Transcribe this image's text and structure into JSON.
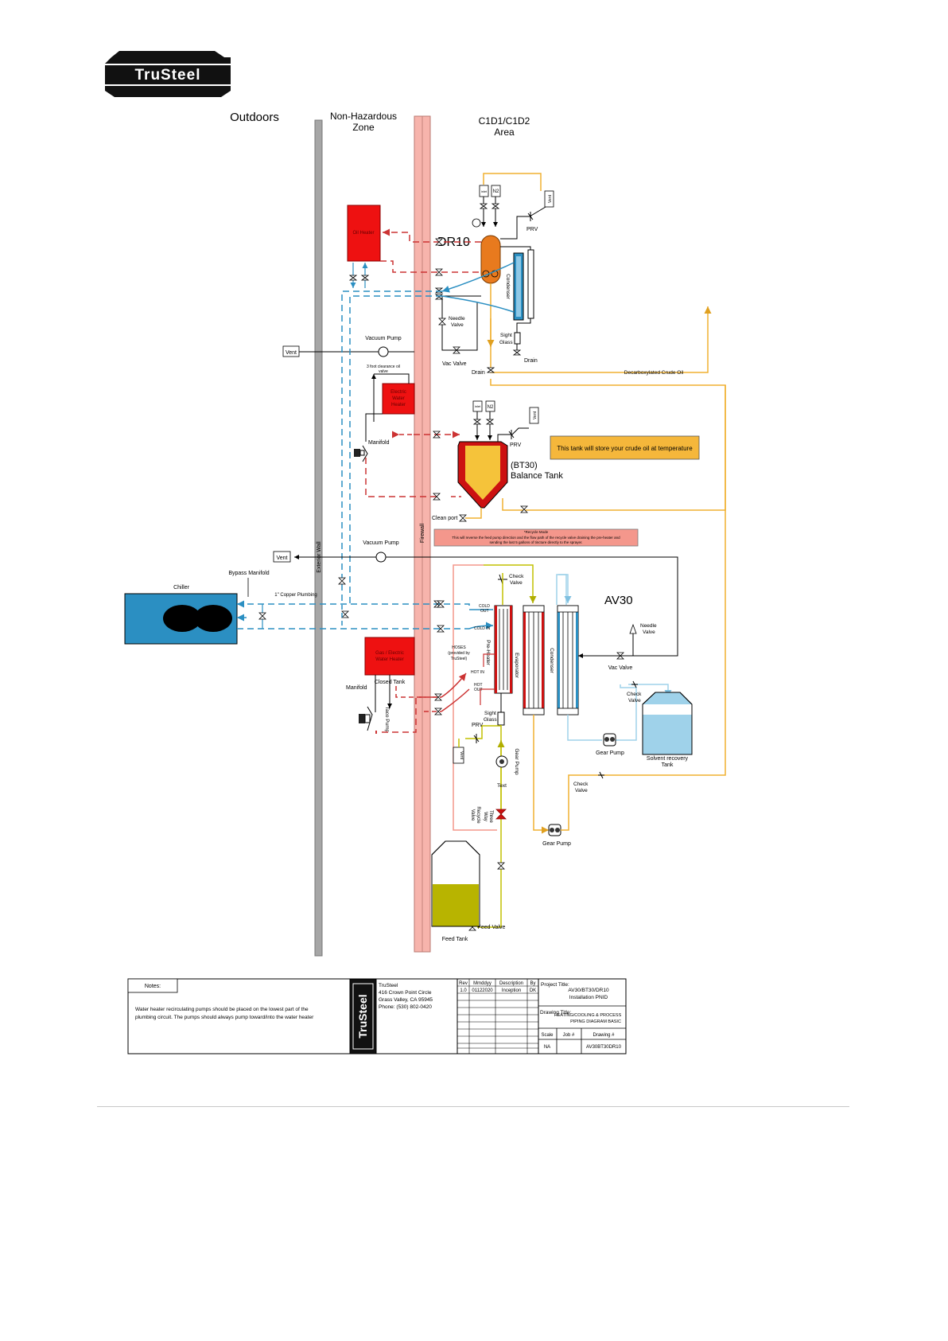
{
  "logo": {
    "text": "TruSteel"
  },
  "zones": {
    "outdoors": "Outdoors",
    "non_hazardous": [
      "Non-Hazardous",
      "Zone"
    ],
    "c1d1": [
      "C1D1/C1D2",
      "Area"
    ]
  },
  "walls": {
    "exterior": "Exterior Wall",
    "firewall": "Firewall"
  },
  "dr10": {
    "title": "DR10",
    "oil_heater": "Oil Heater",
    "inlet_left": "inlet",
    "inlet_right": "N2",
    "vent": "Vent",
    "prv": "PRV",
    "condenser": "Condenser",
    "needle_valve": [
      "Needle",
      "Valve"
    ],
    "sight_glass": [
      "Sight",
      "Glass"
    ],
    "drain1": "Drain",
    "drain2": "Drain",
    "vac_valve": "Vac Valve",
    "vacuum_pump": "Vacuum Pump",
    "vent_box": "Vent",
    "crude_oil": "Decarboxylated Crude Oil"
  },
  "bt30": {
    "clearance": [
      "3 foot clearance oil",
      "valve"
    ],
    "electric_heater": [
      "Electric",
      "Water",
      "Heater"
    ],
    "manifold": "Manifold",
    "inlet_left": "inlet",
    "inlet_right": "N2",
    "vent": "Vent",
    "prv": "PRV",
    "tank_label": [
      "(BT30)",
      "Balance Tank"
    ],
    "note": "This tank will store your crude oil at temperature",
    "clean_port": "Clean port"
  },
  "recycle_note": {
    "title": "*Recycle Mode",
    "line1": "This will reverse the feed pump direction and the flow path of the recycle valve draining the pre-heater and",
    "line2": "sending the last 5 gallons of tincture directly to the sprayer."
  },
  "av30": {
    "title": "AV30",
    "vacuum_pump": "Vacuum Pump",
    "vent_box": "Vent",
    "bypass": "Bypass Manifold",
    "chiller": "Chiller",
    "copper": "1\" Copper Plumbing",
    "check_valve_top": [
      "Check",
      "Valve"
    ],
    "cold_out": [
      "COLD",
      "OUT"
    ],
    "cold_in": "COLD IN",
    "hoses": [
      "HOSES",
      "(provided by",
      "TruSteel)"
    ],
    "hot_in": "HOT IN",
    "hot_out": [
      "HOT",
      "OUT"
    ],
    "preheater": "Pre-Heater",
    "evaporator": "Evaporator",
    "condenser": "Condenser",
    "needle_valve": [
      "Needle",
      "Valve"
    ],
    "vac_valve": "Vac Valve",
    "check_valve_right": [
      "Check",
      "Valve"
    ],
    "gear_pump_right": "Gear Pump",
    "solvent_tank": [
      "Solvent recovery",
      "Tank"
    ],
    "gas_heater": [
      "Gas / Electric",
      "Water Heater"
    ],
    "closed_tank": "Closed Tank",
    "manifold": "Manifold",
    "taco_pump": "Taco Pump",
    "sight_glass": [
      "Sight",
      "Glass"
    ],
    "prv": "PRV",
    "vent_small": "Vent",
    "gear_pump_mid": "Gear Pump",
    "text_label": "Text",
    "three_way": [
      "Three",
      "Way"
    ],
    "recycle_valve": [
      "Recycle",
      "Valve"
    ],
    "check_valve_lower": [
      "Check",
      "Valve"
    ],
    "gear_pump_bottom": "Gear Pump",
    "feed_valve": "Feed Valve",
    "feed_tank": "Feed Tank"
  },
  "title_block": {
    "notes_label": "Notes:",
    "notes_text": [
      "Water heater recirculating pumps should be placed on the lowest part of the",
      "plumbing circuit.  The pumps should always pump toward/into the water heater"
    ],
    "company": [
      "TruSteel",
      "416 Crown Point Circle",
      "Grass Valley, CA 95945",
      "Phone: (530) 802-0420"
    ],
    "rev_headers": [
      "Rev",
      "Mmddyy",
      "Description",
      "By"
    ],
    "rev_row": [
      "1.0",
      "01122020",
      "Inception",
      "DK"
    ],
    "project_title_label": "Project Title:",
    "project_title": [
      "AV30/BT30/DR10",
      "Installation PNID"
    ],
    "drawing_title_label": "Drawing Title:",
    "drawing_title": [
      "HEATING/COOLING & PROCESS",
      "PIPING DIAGRAM BASIC"
    ],
    "scale_label": "Scale",
    "job_label": "Job #",
    "drawing_label": "Drawing #",
    "scale": "NA",
    "drawing_no": "AV30BT30DR10"
  },
  "colors": {
    "firewall": "#f7b4ac",
    "heater_red": "#ee1111",
    "cooling_blue": "#2b8fc2",
    "heating_red": "#cc3333",
    "crude_gold": "#f0b030",
    "solvent_blue": "#9fd2ea",
    "feed_olive": "#c2c000",
    "balance_tank": "#f5c33a",
    "reactor_orange": "#e87a1e",
    "note_fill": "#f5b73b",
    "recycle_fill": "#f4978c"
  }
}
